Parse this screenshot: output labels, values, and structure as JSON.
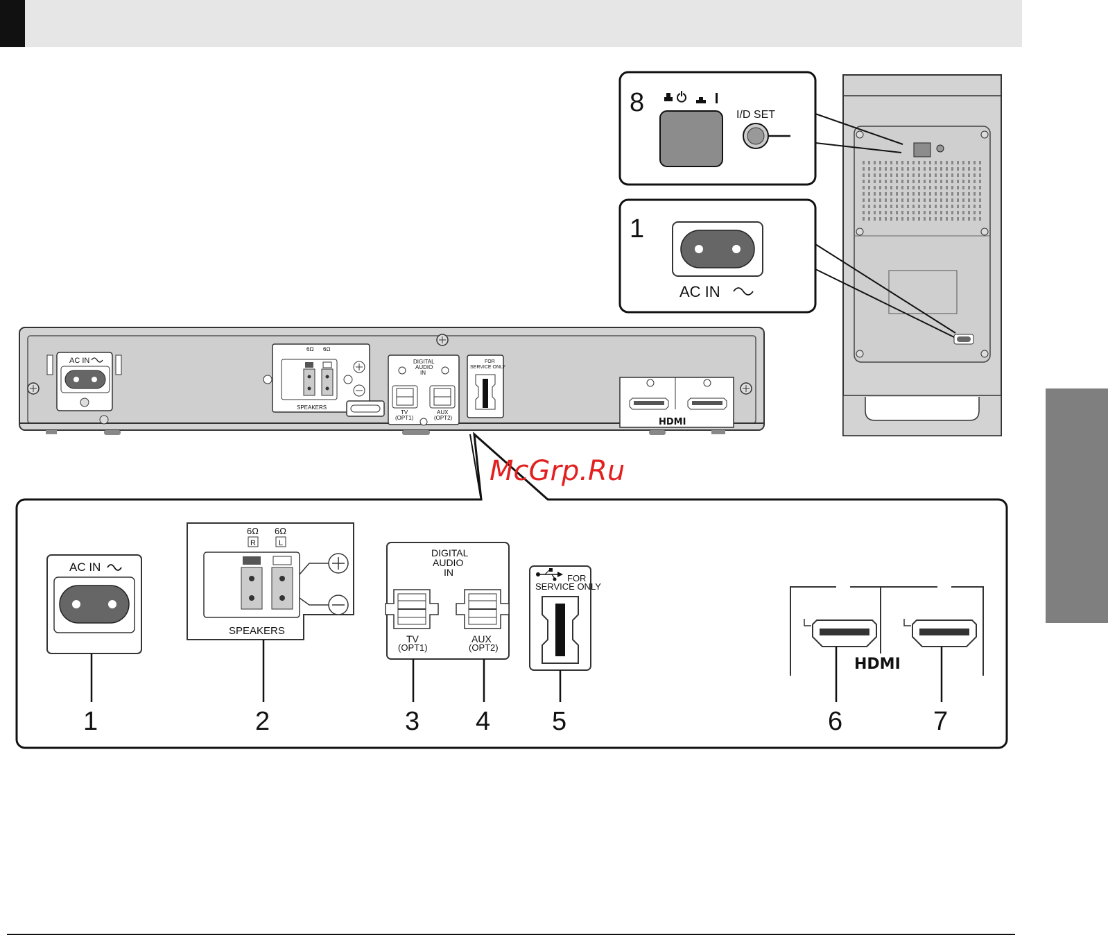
{
  "page": {
    "tab_color": "#111111",
    "header_band_color": "#e6e6e6",
    "side_tab_color": "#7f7f7f"
  },
  "labels": {
    "ac_in": "AC IN",
    "speaker_impedance": "6Ω",
    "speaker_r": "R",
    "speaker_l": "L",
    "speakers": "SPEAKERS",
    "digital_audio_in": [
      "DIGITAL",
      "AUDIO",
      "IN"
    ],
    "tv": "TV",
    "opt1": "(OPT1)",
    "aux": "AUX",
    "opt2": "(OPT2)",
    "for_service_only": [
      "FOR",
      "SERVICE ONLY"
    ],
    "hdmi_logo": "HDMI",
    "id_set": "I/D SET"
  },
  "callouts": {
    "c1": "1",
    "c2": "2",
    "c3": "3",
    "c4": "4",
    "c5": "5",
    "c6": "6",
    "c7": "7",
    "c8": "8",
    "c1_sub": "1"
  },
  "watermark": "McGrp.Ru"
}
